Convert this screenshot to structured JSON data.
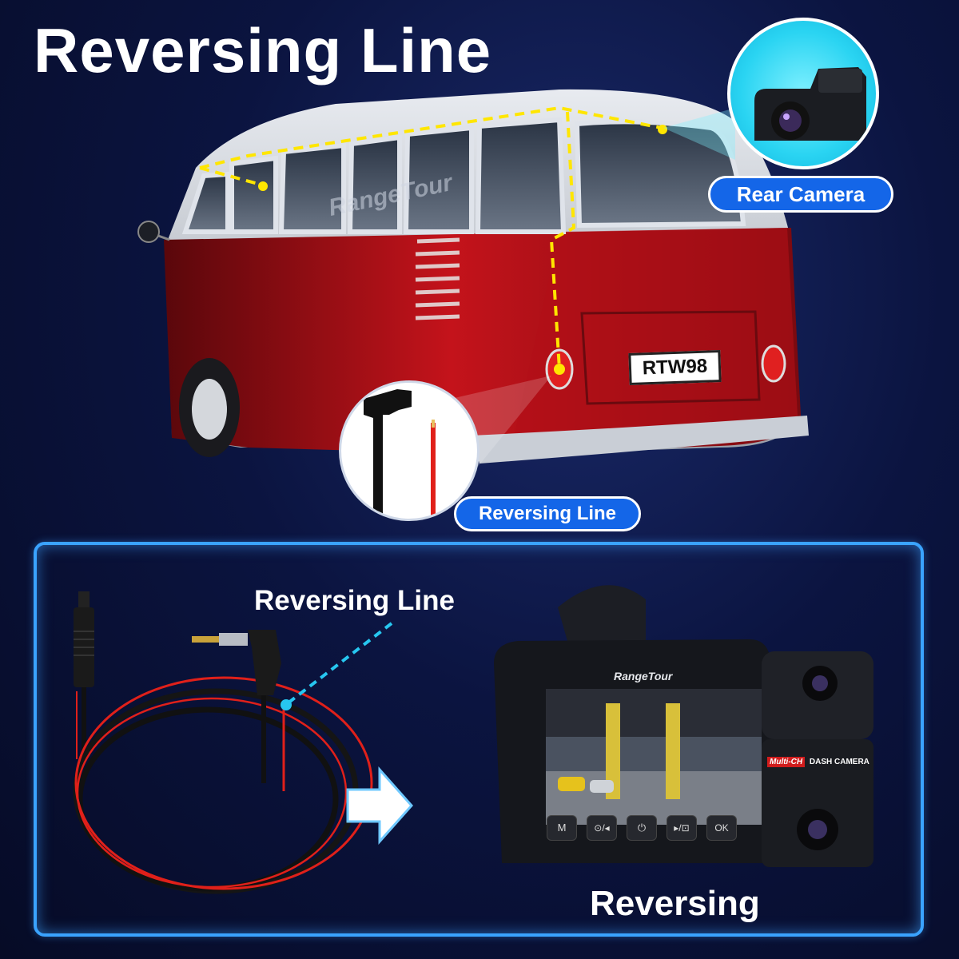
{
  "header": {
    "title": "Reversing Line"
  },
  "scene": {
    "rear_camera_label": "Rear Camera",
    "reversing_line_label": "Reversing Line",
    "license_plate": "RTW98",
    "brand_watermark": "RangeTour"
  },
  "panel": {
    "cable_label": "Reversing Line",
    "result_label": "Reversing",
    "dashcam": {
      "brand": "RangeTour",
      "badge": "Multi-CH",
      "badge_text": "DASH CAMERA",
      "buttons": [
        "M",
        "⊙/◂",
        "⏻",
        "▸/⊡",
        "OK"
      ]
    }
  },
  "colors": {
    "accent_blue": "#1466e8",
    "panel_border": "#3aa3ff",
    "guide_yellow": "#ffe600",
    "bus_red": "#b8121a",
    "cable_red": "#e0201a"
  }
}
